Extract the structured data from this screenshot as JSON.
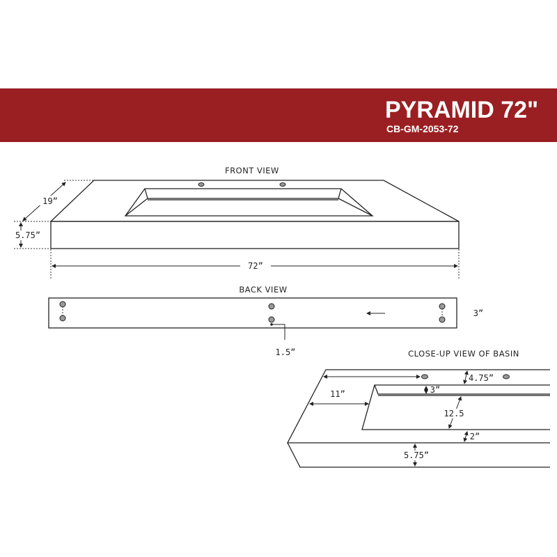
{
  "header": {
    "title": "PYRAMID 72\"",
    "model": "CB-GM-2053-72",
    "banner_color": "#9a1f22"
  },
  "front_view": {
    "label": "FRONT VIEW",
    "depth": "19”",
    "height": "5.75”",
    "width": "72”"
  },
  "back_view": {
    "label": "BACK VIEW",
    "side_dim": "3”",
    "offset_dim": "1.5”"
  },
  "closeup": {
    "label": "CLOSE-UP VIEW OF BASIN",
    "hole_setback": "4.75”",
    "basin_side_offset": "11”",
    "basin_back_ledge": "3”",
    "basin_depth": "12.5",
    "front_ledge": "2”",
    "height": "5.75”"
  }
}
